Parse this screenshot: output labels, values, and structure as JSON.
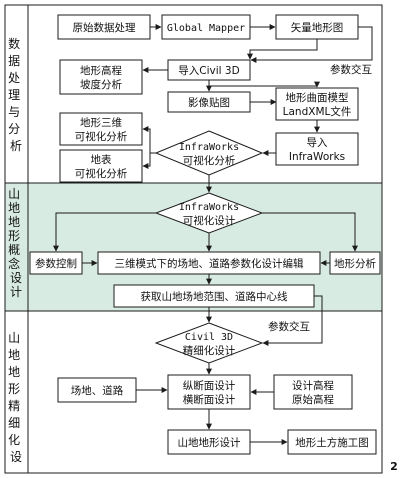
{
  "sections": [
    {
      "id": "data",
      "label": "数据处理与分析"
    },
    {
      "id": "concept",
      "label": "山地地形概念设计"
    },
    {
      "id": "fine",
      "label": "山地地形精细化设计"
    }
  ],
  "nodes": {
    "raw_data": "原始数据处理",
    "global_mapper": "Global Mapper",
    "vector_map": "矢量地形图",
    "import_civil3d": "导入Civil 3D",
    "terrain_elev_1": "地形高程",
    "terrain_elev_2": "坡度分析",
    "image_map": "影像贴图",
    "surface_model_1": "地形曲面模型",
    "surface_model_2": "LandXML文件",
    "terrain3d_1": "地形三维",
    "terrain3d_2": "可视化分析",
    "surface_1": "地表",
    "surface_2": "可视化分析",
    "import_iw_1": "导入",
    "import_iw_2": "InfraWorks",
    "iw_analysis_1": "InfraWorks",
    "iw_analysis_2": "可视化分析",
    "iw_design_1": "InfraWorks",
    "iw_design_2": "可视化设计",
    "param_control": "参数控制",
    "param_edit": "三维模式下的场地、道路参数化设计编辑",
    "terrain_analysis": "地形分析",
    "get_site": "获取山地场地范围、道路中心线",
    "c3d_fine_1": "Civil 3D",
    "c3d_fine_2": "精细化设计",
    "site_road": "场地、道路",
    "profile_1": "纵断面设计",
    "profile_2": "横断面设计",
    "elev_1": "设计高程",
    "elev_2": "原始高程",
    "mountain_design": "山地地形设计",
    "earthwork": "地形土方施工图"
  },
  "notes": {
    "param_interact_top": "参数交互",
    "param_interact_bottom": "参数交互"
  },
  "page_number": "2",
  "colors": {
    "concept_band": "#d8ebe2",
    "line": "#1b1b1b"
  }
}
